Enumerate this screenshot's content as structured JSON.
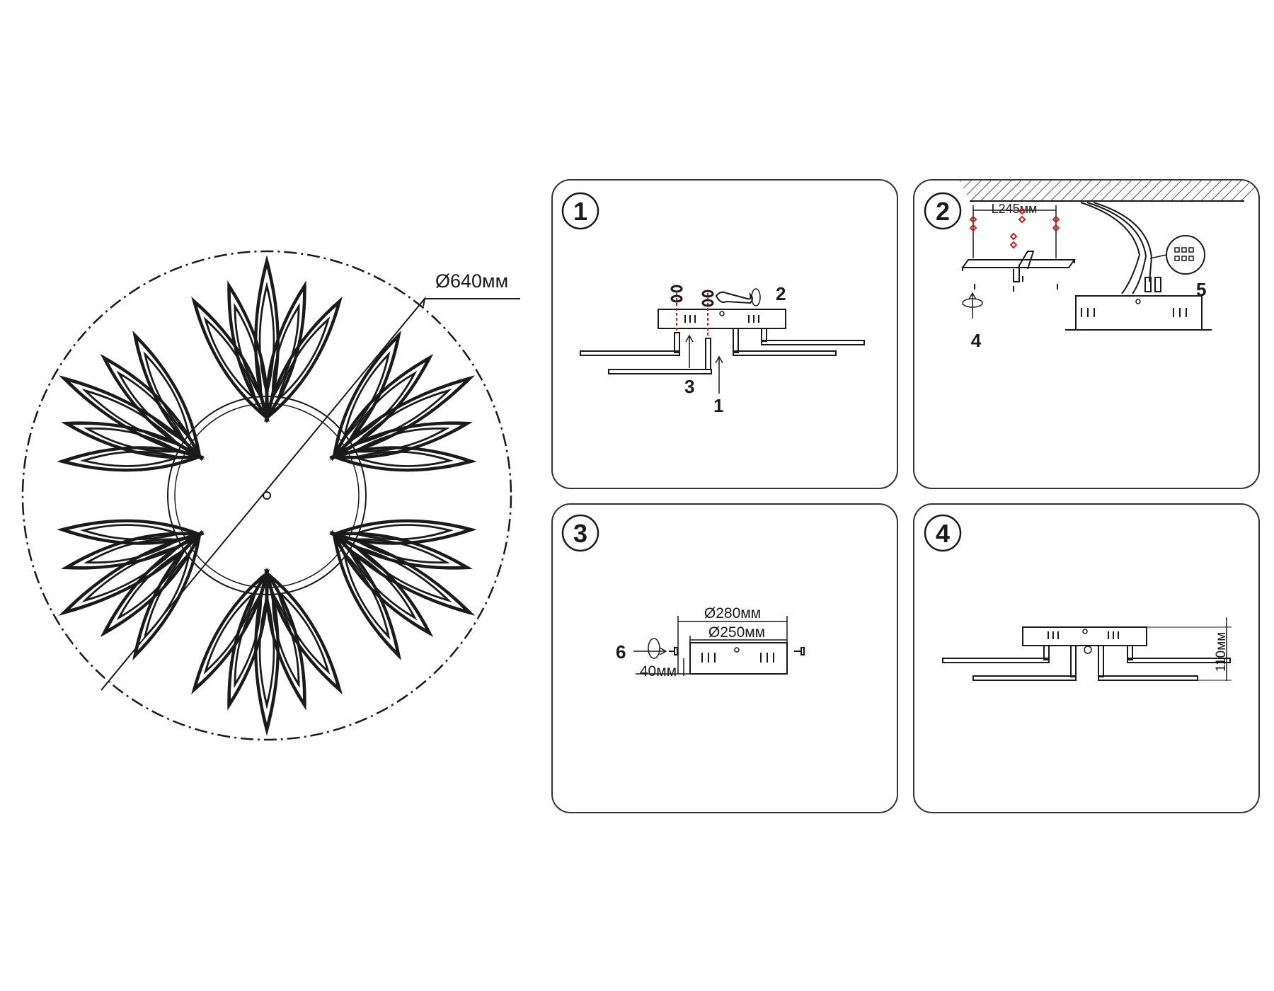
{
  "overview": {
    "diameter_label": "Ø640мм"
  },
  "panels": [
    {
      "number": "1",
      "callouts": {
        "a": "1",
        "b": "2",
        "c": "3"
      }
    },
    {
      "number": "2",
      "callouts": {
        "a": "4",
        "b": "5"
      },
      "length_label": "L245мм"
    },
    {
      "number": "3",
      "callouts": {
        "a": "6"
      },
      "outer_label": "Ø280мм",
      "inner_label": "Ø250мм",
      "screw_label": "40мм"
    },
    {
      "number": "4",
      "height_label": "110мм"
    }
  ],
  "colors": {
    "stroke": "#1a1a1a",
    "dashed_red": "#cc1f1f",
    "panel_border": "#333333"
  }
}
